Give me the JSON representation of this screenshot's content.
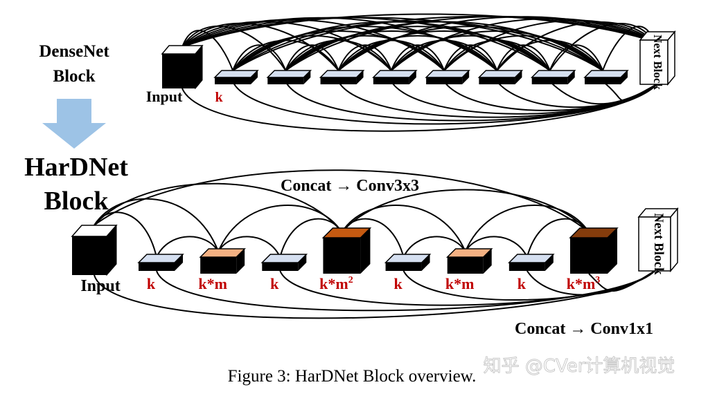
{
  "densenet": {
    "title_line1": "DenseNet",
    "title_line2": "Block",
    "input_label": "Input",
    "k_label": "k",
    "next_block_label": "Next Block",
    "layer_count": 8
  },
  "hardnet": {
    "title_line1": "HarDNet",
    "title_line2": "Block",
    "input_label": "Input",
    "next_block_label": "Next Block",
    "concat_top": "Concat → Conv3x3",
    "concat_bottom": "Concat → Conv1x1",
    "layers": [
      {
        "label": "k",
        "sup": "",
        "kind": "thin",
        "color": "#d5dff0"
      },
      {
        "label": "k*m",
        "sup": "",
        "kind": "mid",
        "color": "#f4b183"
      },
      {
        "label": "k",
        "sup": "",
        "kind": "thin",
        "color": "#d5dff0"
      },
      {
        "label": "k*m",
        "sup": "2",
        "kind": "thick",
        "color": "#c55a11"
      },
      {
        "label": "k",
        "sup": "",
        "kind": "thin",
        "color": "#d5dff0"
      },
      {
        "label": "k*m",
        "sup": "",
        "kind": "mid",
        "color": "#f4b183"
      },
      {
        "label": "k",
        "sup": "",
        "kind": "thin",
        "color": "#d5dff0"
      },
      {
        "label": "k*m",
        "sup": "3",
        "kind": "thick",
        "color": "#843c0c"
      }
    ]
  },
  "colors": {
    "arrow": "#9dc3e6",
    "label_red": "#c00000",
    "thin_top": "#d5dff0"
  },
  "caption": "Figure 3: HarDNet Block overview.",
  "watermark": "知乎 @CVer计算机视觉"
}
